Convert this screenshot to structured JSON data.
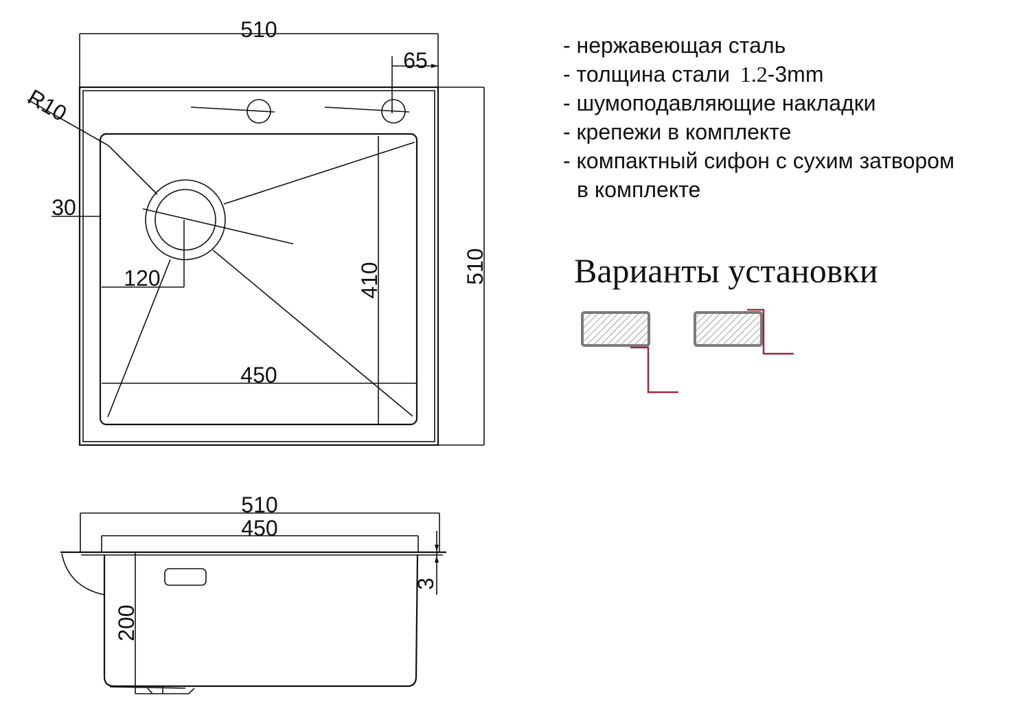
{
  "top_view": {
    "width_label": "510",
    "faucet_offset_label": "65",
    "radius_label": "R10",
    "edge_offset_label": "30",
    "drain_offset_label": "120",
    "bowl_depth_label": "410",
    "bowl_width_label": "450",
    "length_label": "510"
  },
  "side_view": {
    "width_label": "510",
    "bowl_width_label": "450",
    "thickness_label": "3",
    "depth_label": "200"
  },
  "specs": {
    "items": [
      {
        "text": "- нержавеющая сталь"
      },
      {
        "prefix": "- толщина стали ",
        "value": "1.2",
        "suffix": "-3mm"
      },
      {
        "text": "- шумоподавляющие накладки"
      },
      {
        "text": "- крепежи в комплекте"
      },
      {
        "text": "- компактный сифон с сухим затвором"
      },
      {
        "text": "в комплекте"
      }
    ]
  },
  "install": {
    "title": "Варианты установки",
    "colors": {
      "countertop": "#7a7a7a",
      "sink_edge": "#a0283c"
    }
  }
}
